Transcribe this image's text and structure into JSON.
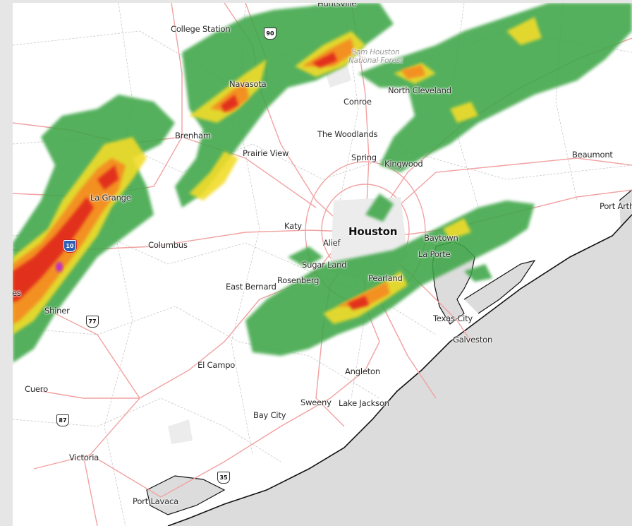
{
  "cities": [
    {
      "id": "huntsville",
      "label": "Huntsville"
    },
    {
      "id": "college-station",
      "label": "College Station"
    },
    {
      "id": "navasota",
      "label": "Navasota"
    },
    {
      "id": "conroe",
      "label": "Conroe"
    },
    {
      "id": "north-cleveland",
      "label": "North Cleveland"
    },
    {
      "id": "brenham",
      "label": "Brenham"
    },
    {
      "id": "the-woodlands",
      "label": "The Woodlands"
    },
    {
      "id": "prairie-view",
      "label": "Prairie View"
    },
    {
      "id": "spring",
      "label": "Spring"
    },
    {
      "id": "kingwood",
      "label": "Kingwood"
    },
    {
      "id": "beaumont",
      "label": "Beaumont"
    },
    {
      "id": "la-grange",
      "label": "La Grange"
    },
    {
      "id": "port-arthur",
      "label": "Port Arth"
    },
    {
      "id": "katy",
      "label": "Katy"
    },
    {
      "id": "houston",
      "label": "Houston"
    },
    {
      "id": "baytown",
      "label": "Baytown"
    },
    {
      "id": "alief",
      "label": "Alief"
    },
    {
      "id": "columbus",
      "label": "Columbus"
    },
    {
      "id": "la-porte",
      "label": "La Porte"
    },
    {
      "id": "sugar-land",
      "label": "Sugar Land"
    },
    {
      "id": "rosenberg",
      "label": "Rosenberg"
    },
    {
      "id": "pearland",
      "label": "Pearland"
    },
    {
      "id": "east-bernard",
      "label": "East Bernard"
    },
    {
      "id": "schulenburg",
      "label": "les"
    },
    {
      "id": "shiner",
      "label": "Shiner"
    },
    {
      "id": "texas-city",
      "label": "Texas City"
    },
    {
      "id": "galveston",
      "label": "Galveston"
    },
    {
      "id": "el-campo",
      "label": "El Campo"
    },
    {
      "id": "angleton",
      "label": "Angleton"
    },
    {
      "id": "cuero",
      "label": "Cuero"
    },
    {
      "id": "sweeny",
      "label": "Sweeny"
    },
    {
      "id": "lake-jackson",
      "label": "Lake Jackson"
    },
    {
      "id": "bay-city",
      "label": "Bay City"
    },
    {
      "id": "victoria",
      "label": "Victoria"
    },
    {
      "id": "port-lavaca",
      "label": "Port Lavaca"
    }
  ],
  "forest": {
    "line1": "Sam Houston",
    "line2": "National Forest"
  },
  "shields": {
    "us90": "90",
    "i10": "10",
    "us77": "77",
    "us87": "87",
    "tx35": "35"
  },
  "colors": {
    "background": "#ffffff",
    "outer": "#e6e6e6",
    "water": "#dcdcdc",
    "road": "#f2a1a1",
    "county_line": "#c8c8c8",
    "radar_green": "#3ea646",
    "radar_light_green": "#7fcf6f",
    "radar_yellow": "#f2dc2a",
    "radar_orange": "#f58a22",
    "radar_red": "#e0281f",
    "radar_magenta": "#c02fc0"
  }
}
